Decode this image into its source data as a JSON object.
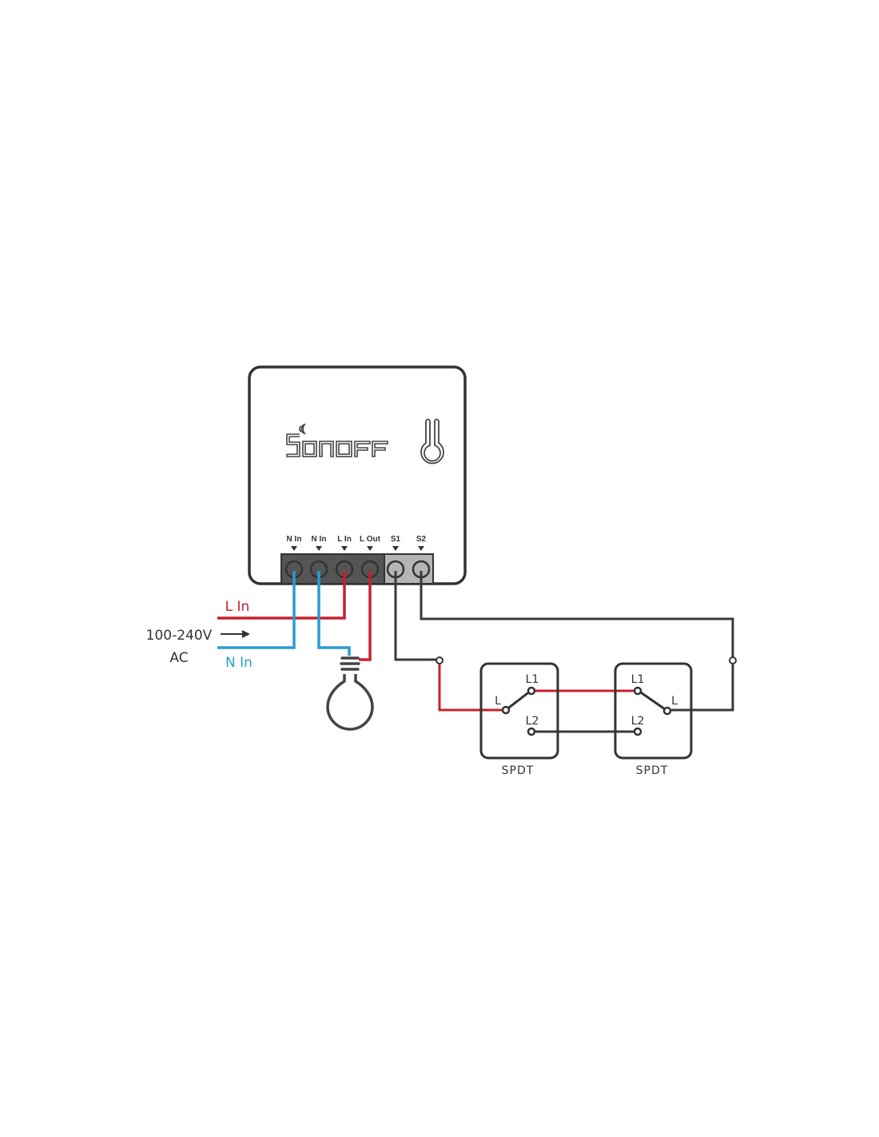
{
  "device": {
    "brand": "SONOFF",
    "terminals": [
      {
        "label": "N In",
        "wire_color": "#2a9bd6"
      },
      {
        "label": "N In",
        "wire_color": "#2a9bd6"
      },
      {
        "label": "L In",
        "wire_color": "#c8202f"
      },
      {
        "label": "L Out",
        "wire_color": "#c8202f"
      },
      {
        "label": "S1",
        "wire_color": "#3a3a3a"
      },
      {
        "label": "S2",
        "wire_color": "#3a3a3a"
      }
    ]
  },
  "power": {
    "voltage": "100-240V",
    "type": "AC",
    "l_in_label": "L In",
    "n_in_label": "N In"
  },
  "switches": [
    {
      "name": "SPDT",
      "common": "L",
      "pole1": "L1",
      "pole2": "L2"
    },
    {
      "name": "SPDT",
      "common": "L",
      "pole1": "L1",
      "pole2": "L2"
    }
  ],
  "colors": {
    "live": "#c8202f",
    "neutral": "#2a9bd6",
    "signal": "#3a3a3a",
    "outline": "#333333"
  }
}
